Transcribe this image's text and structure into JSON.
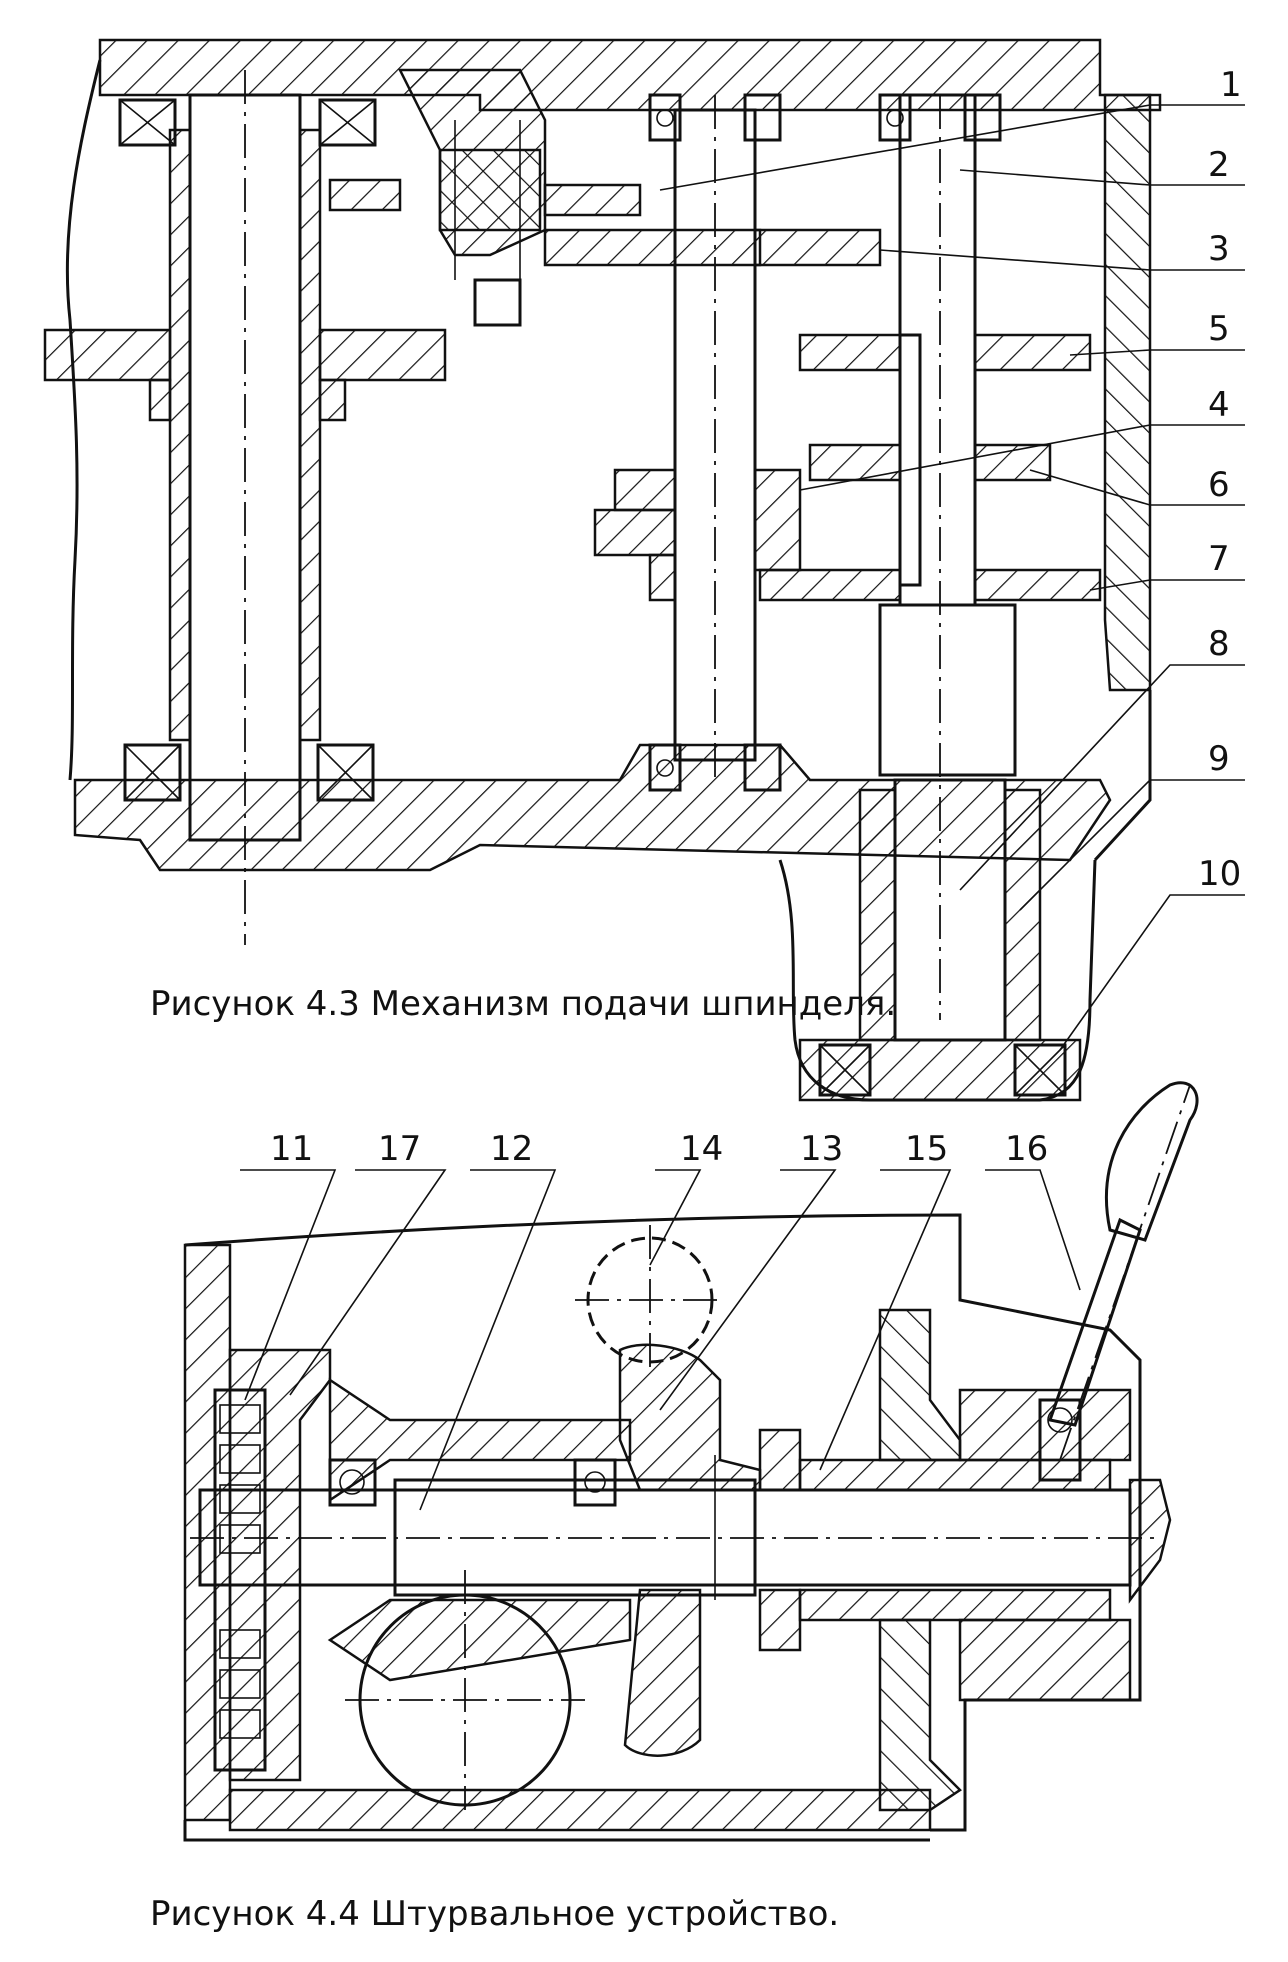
{
  "figure_1": {
    "caption": "Рисунок 4.3 Механизм подачи шпинделя.",
    "callouts": [
      "1",
      "2",
      "3",
      "5",
      "4",
      "6",
      "7",
      "8",
      "9",
      "10"
    ]
  },
  "figure_2": {
    "caption": "Рисунок 4.4 Штурвальное устройство.",
    "callouts": [
      "11",
      "17",
      "12",
      "14",
      "13",
      "15",
      "16"
    ]
  }
}
